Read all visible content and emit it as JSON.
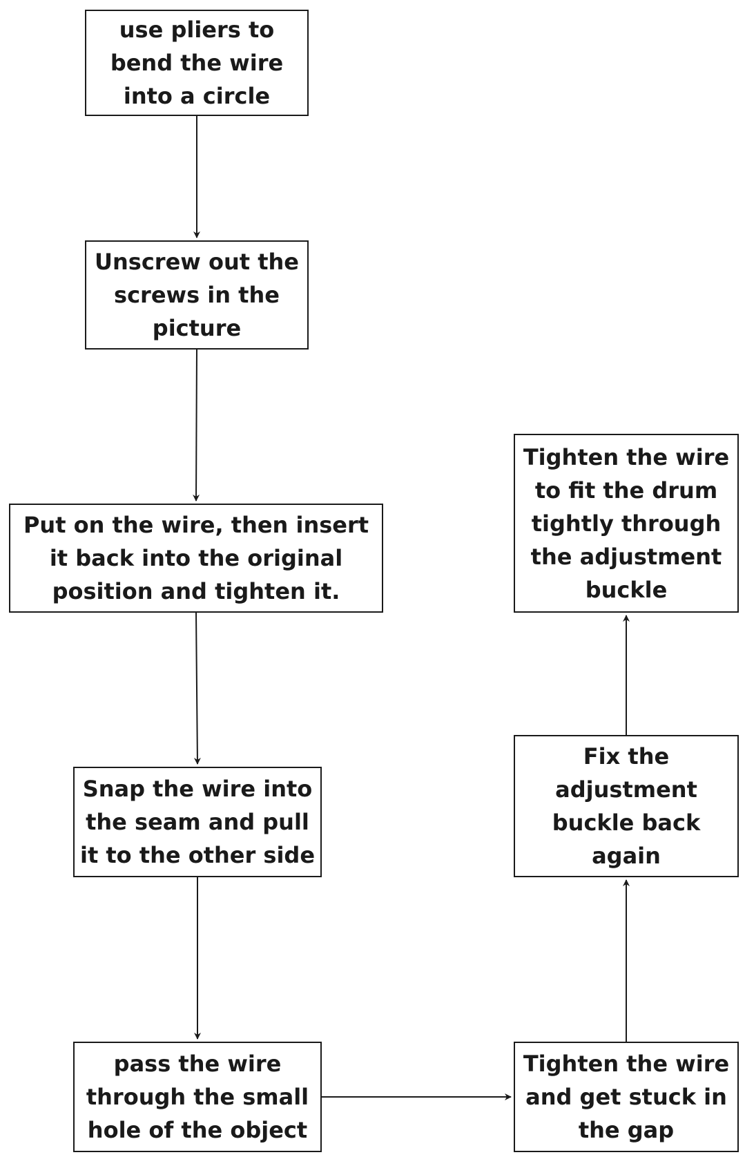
{
  "nodes": [
    {
      "id": "n1",
      "text": "use pliers to\nbend the wire\ninto a circle"
    },
    {
      "id": "n2",
      "text": "Unscrew out the\nscrews in the\npicture"
    },
    {
      "id": "n3",
      "text": "Put on the wire, then insert\nit back into the original\nposition and tighten it."
    },
    {
      "id": "n4",
      "text": "Snap the wire into\nthe seam and pull\nit to the other side"
    },
    {
      "id": "n5",
      "text": "pass the wire\nthrough the small\nhole of the object"
    },
    {
      "id": "n6",
      "text": "Tighten the wire\nand get stuck in\nthe gap"
    },
    {
      "id": "n7",
      "text": "Fix the\nadjustment\nbuckle back\nagain"
    },
    {
      "id": "n8",
      "text": "Tighten the wire\nto fit the drum\ntightly through\nthe adjustment\nbuckle"
    }
  ],
  "edges": [
    {
      "from": "n1",
      "to": "n2"
    },
    {
      "from": "n2",
      "to": "n3"
    },
    {
      "from": "n3",
      "to": "n4"
    },
    {
      "from": "n4",
      "to": "n5"
    },
    {
      "from": "n5",
      "to": "n6"
    },
    {
      "from": "n6",
      "to": "n7"
    },
    {
      "from": "n7",
      "to": "n8"
    }
  ],
  "colors": {
    "stroke": "#1a1a1a",
    "background": "#ffffff"
  }
}
